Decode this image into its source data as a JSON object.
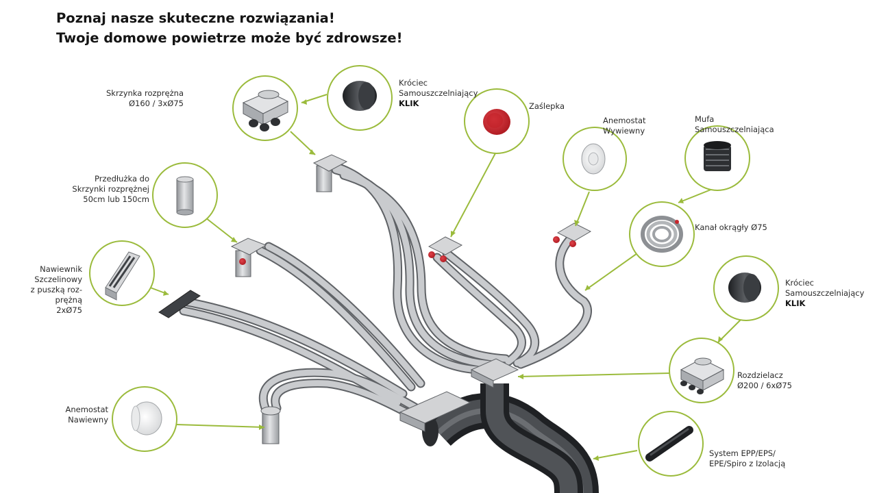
{
  "header": {
    "line1": "Poznaj nasze skuteczne rozwiązania!",
    "line2": "Twoje domowe powietrze może być zdrowsze!"
  },
  "colors": {
    "accent": "#9bbb3c",
    "duct": "#c9cbce",
    "duct_edge": "#5f6266",
    "insulated": "#35383c",
    "cap": "#c8242b"
  },
  "components": {
    "skrzynka": {
      "text": "Skrzynka rozprężna\nØ160 / 3xØ75",
      "icon": "plenum-box-icon"
    },
    "krociec_top": {
      "text": "Króciec\nSamouszczelniający",
      "bold": "KLIK",
      "icon": "socket-icon"
    },
    "zaslepka": {
      "text": "Zaślepka",
      "icon": "end-cap-icon"
    },
    "anemostat_wywiewny": {
      "text": "Anemostat\nWywiewny",
      "icon": "exhaust-diffuser-icon"
    },
    "mufa": {
      "text": "Mufa\nSamouszczelniająca",
      "icon": "coupling-icon"
    },
    "przedluzka": {
      "text": "Przedłużka do\nSkrzynki rozprężnej\n50cm lub 150cm",
      "icon": "extension-pipe-icon"
    },
    "kanal": {
      "text": "Kanał okrągły Ø75",
      "icon": "round-duct-coil-icon"
    },
    "nawiewnik": {
      "text": "Nawiewnik\nSzczelinowy\nz  puszką roz-\nprężną\n2xØ75",
      "icon": "slot-diffuser-icon"
    },
    "krociec_right": {
      "text": "Króciec\nSamouszczelniający",
      "bold": "KLIK",
      "icon": "socket-icon"
    },
    "rozdzielacz": {
      "text": "Rozdzielacz\nØ200 / 6xØ75",
      "icon": "distributor-icon"
    },
    "anemostat_nawiewny": {
      "text": "Anemostat\nNawiewny",
      "icon": "supply-diffuser-icon"
    },
    "system_epp": {
      "text": "System EPP/EPS/\nEPE/Spiro z Izolacją",
      "icon": "insulated-pipe-icon"
    }
  }
}
